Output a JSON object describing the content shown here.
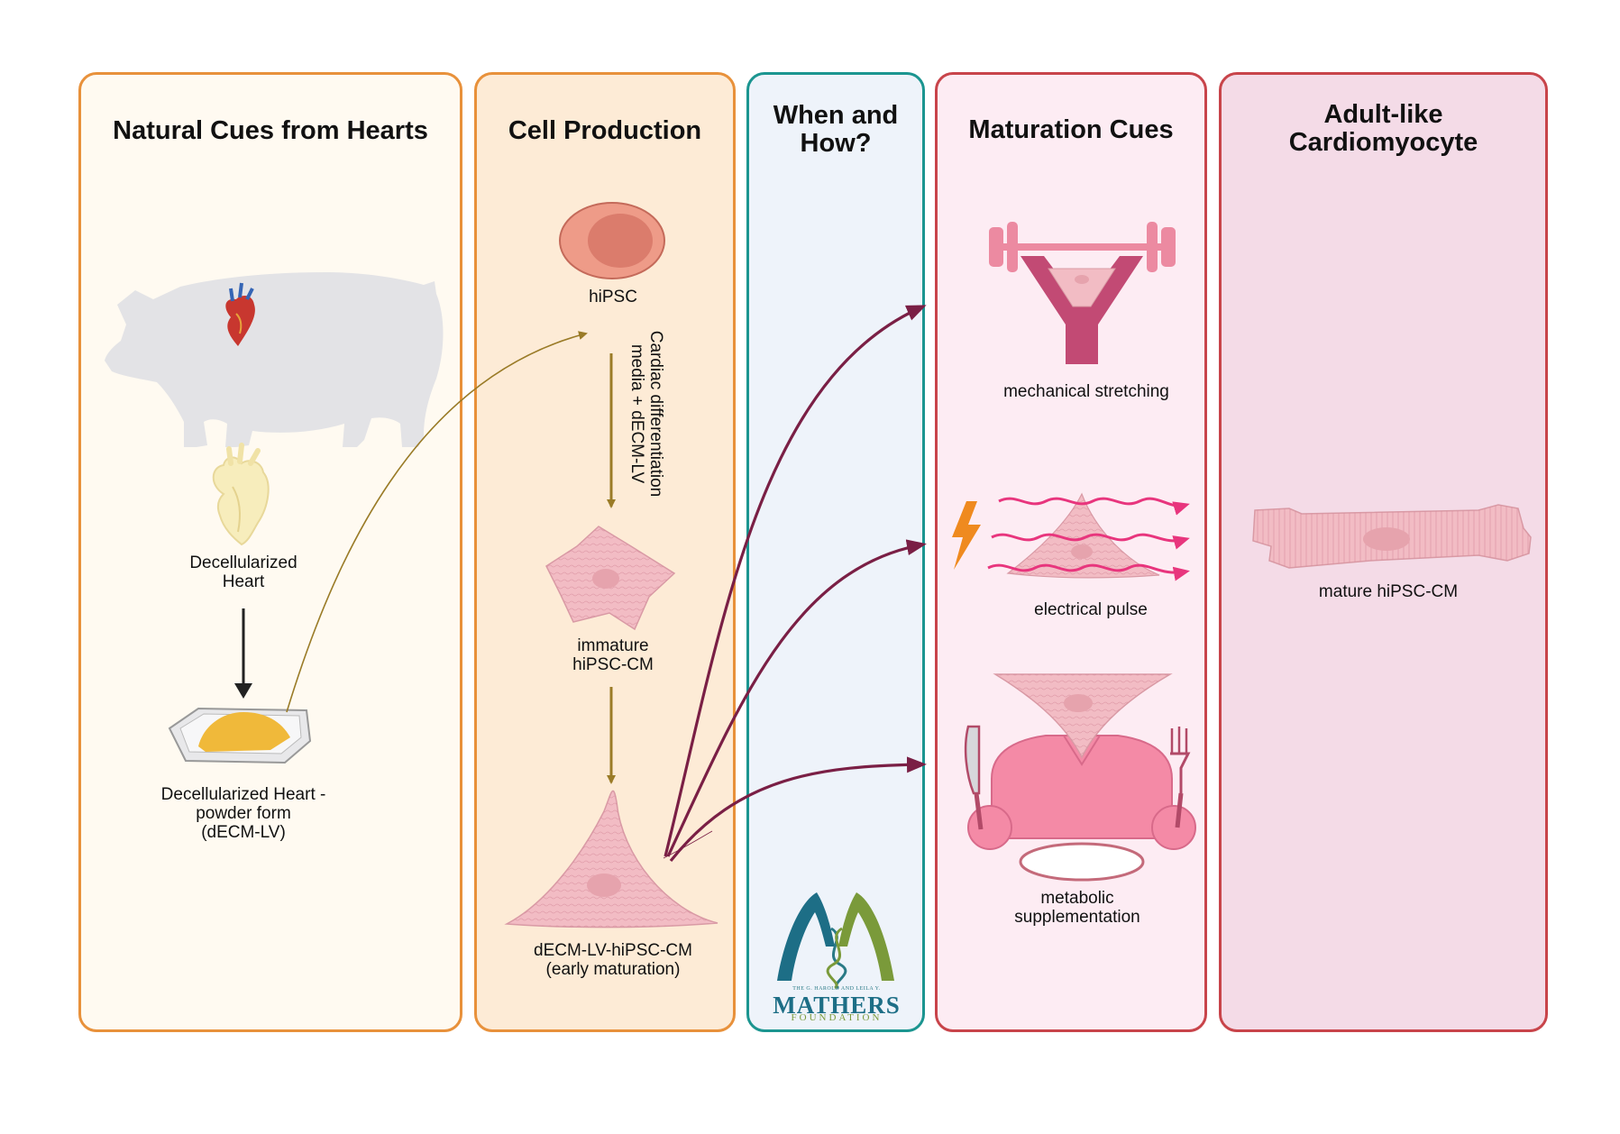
{
  "panels": {
    "natural_cues": {
      "title": "Natural Cues from Hearts",
      "decell_heart": [
        "Decellularized",
        "Heart"
      ],
      "powder": [
        "Decellularized Heart -",
        "powder form",
        "(dECM-LV)"
      ]
    },
    "cell_production": {
      "title": "Cell Production",
      "hipsc": "hiPSC",
      "differentiation": [
        "Cardiac differentiation",
        "media  + dECM-LV"
      ],
      "immature": [
        "immature",
        "hiPSC-CM"
      ],
      "early": [
        "dECM-LV-hiPSC-CM",
        "(early maturation)"
      ]
    },
    "when_how": {
      "title": [
        "When and",
        "How?"
      ]
    },
    "maturation": {
      "title": "Maturation Cues",
      "mechanical": "mechanical stretching",
      "electrical": "electrical pulse",
      "metabolic": [
        "metabolic",
        "supplementation"
      ]
    },
    "adult": {
      "title": [
        "Adult-like",
        "Cardiomyocyte"
      ],
      "mature": "mature hiPSC-CM"
    }
  },
  "logo": {
    "line1": "THE G. HAROLD AND LEILA Y.",
    "line2": "MATHERS",
    "line3": "FOUNDATION"
  },
  "colors": {
    "orange_border": "#e8913b",
    "teal_border": "#1b9590",
    "red_border": "#c8444a",
    "gold_arrow": "#9a7b27",
    "maroon_arrow": "#7a1f45"
  }
}
